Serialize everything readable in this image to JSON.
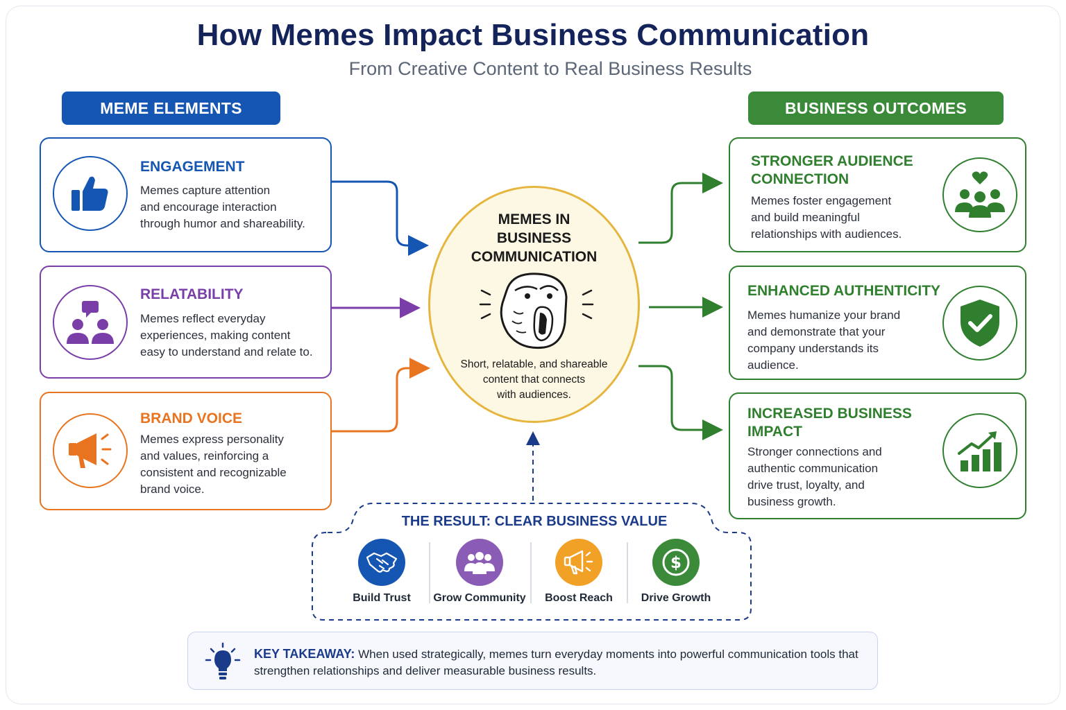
{
  "title": "How Memes Impact Business Communication",
  "subtitle": "From Creative Content to Real Business Results",
  "headers": {
    "left": "MEME ELEMENTS",
    "right": "BUSINESS OUTCOMES"
  },
  "elements": [
    {
      "title": "ENGAGEMENT",
      "body": "Memes capture attention\nand encourage interaction\nthrough humor and shareability.",
      "icon": "thumbs-up-icon",
      "color": "#1656b3"
    },
    {
      "title": "RELATABILITY",
      "body": "Memes reflect everyday\nexperiences, making content\neasy to understand and relate to.",
      "icon": "people-chat-icon",
      "color": "#7a3ea8"
    },
    {
      "title": "BRAND VOICE",
      "body": "Memes express personality\nand values, reinforcing a\nconsistent and recognizable\nbrand voice.",
      "icon": "megaphone-icon",
      "color": "#e8741f"
    }
  ],
  "hub": {
    "title": "MEMES IN\nBUSINESS\nCOMMUNICATION",
    "description": "Short, relatable, and shareable\ncontent that connects\nwith audiences.",
    "icon": "laughing-meme-face-icon"
  },
  "outcomes": [
    {
      "title": "STRONGER AUDIENCE\nCONNECTION",
      "body": "Memes foster engagement\nand build meaningful\nrelationships with audiences.",
      "icon": "community-heart-icon"
    },
    {
      "title": "ENHANCED AUTHENTICITY",
      "body": "Memes humanize your brand\nand demonstrate that your\ncompany understands its\naudience.",
      "icon": "shield-check-icon"
    },
    {
      "title": "INCREASED BUSINESS\nIMPACT",
      "body": "Stronger connections and\nauthentic communication\ndrive trust, loyalty, and\nbusiness growth.",
      "icon": "growth-chart-icon"
    }
  ],
  "result": {
    "title": "THE RESULT: CLEAR BUSINESS VALUE",
    "items": [
      {
        "label": "Build Trust",
        "icon": "handshake-icon",
        "color": "#1656b3"
      },
      {
        "label": "Grow Community",
        "icon": "group-icon",
        "color": "#8a5cb5"
      },
      {
        "label": "Boost Reach",
        "icon": "megaphone-icon",
        "color": "#f0a126"
      },
      {
        "label": "Drive Growth",
        "icon": "dollar-icon",
        "color": "#3a8a3a"
      }
    ]
  },
  "takeaway": {
    "label": "KEY TAKEAWAY:",
    "text": "When used strategically, memes turn everyday moments into powerful communication tools that strengthen relationships and deliver measurable business results.",
    "icon": "lightbulb-icon"
  },
  "colors": {
    "blue": "#1656b3",
    "purple": "#7a3ea8",
    "orange": "#e8741f",
    "green": "#2f7f2f",
    "gold": "#e6b53e",
    "navy": "#14245a"
  }
}
